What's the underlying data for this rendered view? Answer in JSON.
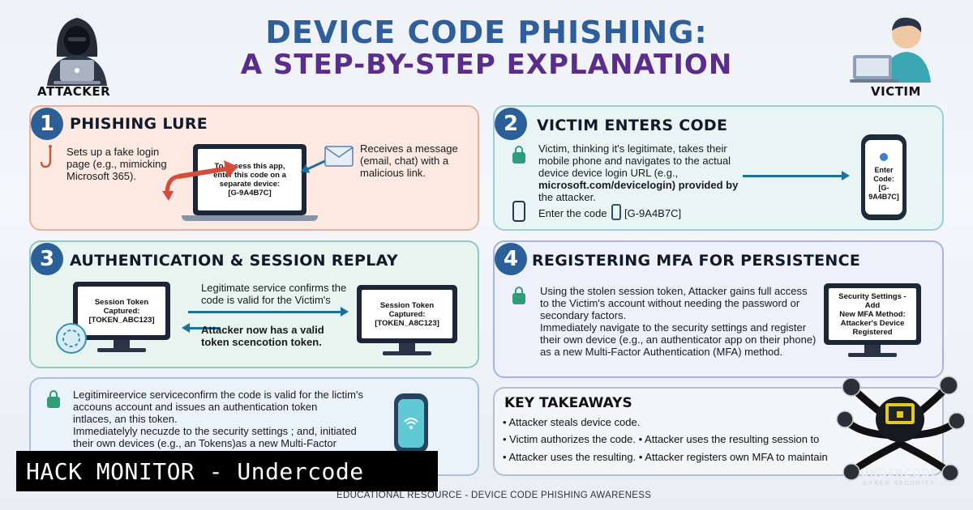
{
  "header": {
    "title_line1": "DEVICE CODE PHISHING:",
    "title_line2": "A STEP-BY-STEP EXPLANATION",
    "attacker_label": "ATTACKER",
    "victim_label": "VICTIM"
  },
  "step1": {
    "number": "1",
    "title": "PHISHING LURE",
    "left_text": [
      "Sets up a fake login",
      "page (e.g., mimicking",
      "Microsoft 365)."
    ],
    "screen_text": [
      "To access this app,",
      "enter this code on a",
      "separate device:",
      "[G-9A4B7C]"
    ],
    "right_text": [
      "Receives a message",
      "(email, chat) with a",
      "malicious link."
    ]
  },
  "step2": {
    "number": "2",
    "title": "VICTIM ENTERS CODE",
    "text_lines": [
      "Victim, thinking it's legitimate, takes their",
      "mobile phone and navigates to the actual",
      "device device login URL (e.g.,",
      "microsoft.com/devicelogin) provided by",
      "the attacker."
    ],
    "enter_label": "Enter the code",
    "code": "[G-9A4B7C]",
    "phone_line1": "Enter Code:",
    "phone_line2": "[G-9A4B7C]"
  },
  "step3": {
    "number": "3",
    "title": "AUTHENTICATION & SESSION REPLAY",
    "screen_left": [
      "Session Token Captured:",
      "[TOKEN_ABC123]"
    ],
    "screen_right": [
      "Session Token Captured:",
      "[TOKEN_A8C123]"
    ],
    "confirm_text": [
      "Legitimate service confirms the",
      "code is valid for the Victim's"
    ],
    "attacker_text": [
      "Attacker now has a valid",
      "token scencotion token."
    ]
  },
  "step4": {
    "number": "4",
    "title": "REGISTERING MFA FOR PERSISTENCE",
    "text_lines": [
      "Using the stolen session token, Attacker gains full access",
      "to the Victim's account without needing the password or",
      "secondary factors.",
      "Immediately navigate to the security settings and register",
      "their own device (e.g., an authenticator app on their phone)",
      "as a new Multi-Factor Authentication (MFA) method."
    ],
    "screen_text": [
      "Security Settings - Add",
      "New MFA Method:",
      "Attacker's Device",
      "Registered"
    ]
  },
  "step5": {
    "text_lines": [
      "Legitimireervice serviceconfirm the code is valid for the lictim's",
      "accouns account and issues an authentication token",
      "intlaces, an this token.",
      "Immediatelyly necuzde to the security settings ; and, initiated",
      "their own devices (e.g., an Tokens)as a new Multi-Factor"
    ]
  },
  "takeaways": {
    "title": "KEY TAKEAWAYS",
    "items": [
      "• Attacker steals device code.",
      "• Victim authorizes the code.   • Attacker uses the resulting session to",
      "• Attacker uses the resulting.  • Attacker registers own MFA to maintain"
    ]
  },
  "banner": {
    "text": "HACK MONITOR - Undercode"
  },
  "footer": {
    "text": "EDUCATIONAL RESOURCE - DEVICE CODE PHISHING AWARENESS"
  },
  "brand": {
    "name": "UNDERCODE",
    "sub": "CYBER SECURITY"
  },
  "colors": {
    "title_blue": "#2f5e9c",
    "title_purple": "#5a2d8c",
    "step_badge": "#2a5f98",
    "lock_green": "#2f9d78"
  }
}
